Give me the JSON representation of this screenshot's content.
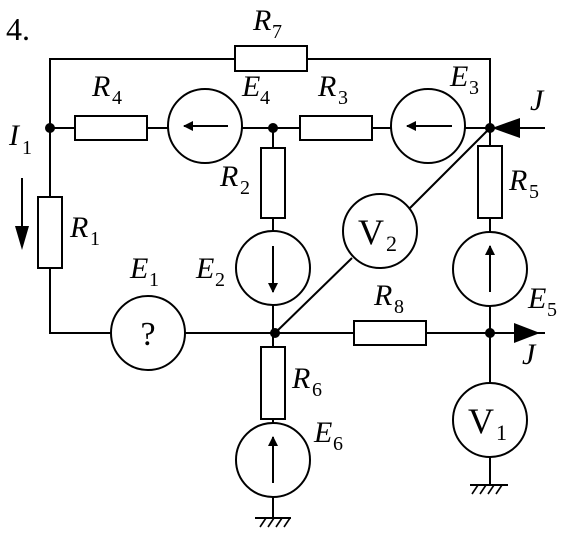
{
  "problem_number": "4.",
  "components": {
    "R7": {
      "sym": "R",
      "sub": "7"
    },
    "R4": {
      "sym": "R",
      "sub": "4"
    },
    "E4": {
      "sym": "E",
      "sub": "4"
    },
    "R3": {
      "sym": "R",
      "sub": "3"
    },
    "E3": {
      "sym": "E",
      "sub": "3"
    },
    "J_in": {
      "sym": "J"
    },
    "I1": {
      "sym": "I",
      "sub": "1"
    },
    "R2": {
      "sym": "R",
      "sub": "2"
    },
    "R5": {
      "sym": "R",
      "sub": "5"
    },
    "V2": {
      "sym": "V",
      "sub": "2"
    },
    "R1": {
      "sym": "R",
      "sub": "1"
    },
    "E1": {
      "sym": "E",
      "sub": "1",
      "value": "?"
    },
    "E2": {
      "sym": "E",
      "sub": "2"
    },
    "R8": {
      "sym": "R",
      "sub": "8"
    },
    "E5": {
      "sym": "E",
      "sub": "5"
    },
    "J_out": {
      "sym": "J"
    },
    "R6": {
      "sym": "R",
      "sub": "6"
    },
    "V1": {
      "sym": "V",
      "sub": "1"
    },
    "E6": {
      "sym": "E",
      "sub": "6"
    }
  }
}
